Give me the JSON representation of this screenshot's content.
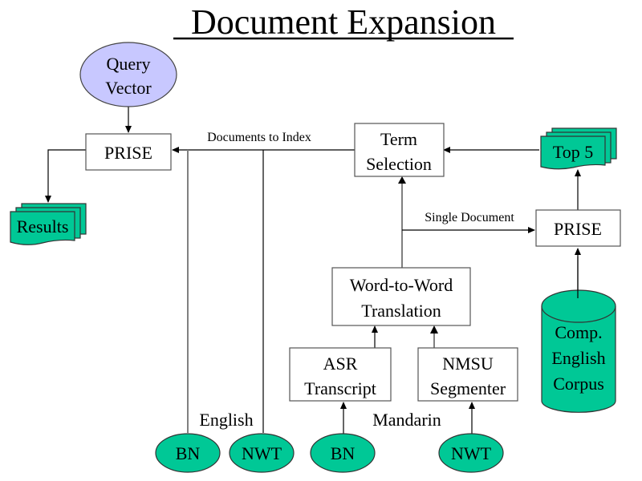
{
  "title": "Document Expansion",
  "colors": {
    "teal": "#00c896",
    "lavender": "#c8c8ff",
    "box_border": "#555555",
    "background": "#ffffff"
  },
  "nodes": {
    "query_vector": {
      "line1": "Query",
      "line2": "Vector",
      "shape": "ellipse"
    },
    "prise_left": {
      "label": "PRISE",
      "shape": "rectangle"
    },
    "results": {
      "label": "Results",
      "shape": "multi-document"
    },
    "term_selection": {
      "line1": "Term",
      "line2": "Selection",
      "shape": "rectangle"
    },
    "top5": {
      "label": "Top 5",
      "shape": "multi-document"
    },
    "prise_right": {
      "label": "PRISE",
      "shape": "rectangle"
    },
    "word_to_word": {
      "line1": "Word-to-Word",
      "line2": "Translation",
      "shape": "rectangle"
    },
    "asr_transcript": {
      "line1": "ASR",
      "line2": "Transcript",
      "shape": "rectangle"
    },
    "nmsu_segmenter": {
      "line1": "NMSU",
      "line2": "Segmenter",
      "shape": "rectangle"
    },
    "corpus": {
      "line1": "Comp.",
      "line2": "English",
      "line3": "Corpus",
      "shape": "cylinder"
    },
    "bn_english": {
      "label": "BN",
      "shape": "ellipse"
    },
    "nwt_english": {
      "label": "NWT",
      "shape": "ellipse"
    },
    "bn_mandarin": {
      "label": "BN",
      "shape": "ellipse"
    },
    "nwt_mandarin": {
      "label": "NWT",
      "shape": "ellipse"
    }
  },
  "edge_labels": {
    "documents_to_index": "Documents to Index",
    "single_document": "Single Document",
    "english": "English",
    "mandarin": "Mandarin"
  },
  "edges": [
    {
      "from": "query_vector",
      "to": "prise_left"
    },
    {
      "from": "prise_left",
      "to": "results"
    },
    {
      "from": "term_selection",
      "to": "prise_left",
      "label": "Documents to Index"
    },
    {
      "from": "bn_english",
      "to": "prise_left"
    },
    {
      "from": "nwt_english",
      "to": "prise_left"
    },
    {
      "from": "top5",
      "to": "term_selection"
    },
    {
      "from": "prise_right",
      "to": "top5"
    },
    {
      "from": "corpus",
      "to": "prise_right"
    },
    {
      "from": "word_to_word",
      "to": "term_selection"
    },
    {
      "from": "word_to_word",
      "to": "prise_right",
      "label": "Single Document"
    },
    {
      "from": "asr_transcript",
      "to": "word_to_word"
    },
    {
      "from": "nmsu_segmenter",
      "to": "word_to_word"
    },
    {
      "from": "bn_mandarin",
      "to": "asr_transcript"
    },
    {
      "from": "nwt_mandarin",
      "to": "nmsu_segmenter"
    }
  ]
}
